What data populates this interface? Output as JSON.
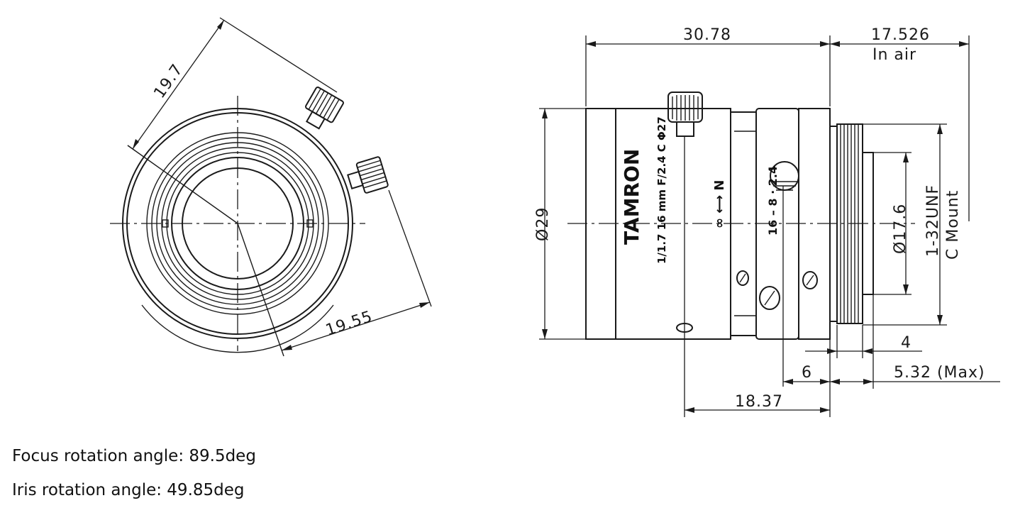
{
  "front_view": {
    "dim_knob_radius_a": "19.7",
    "dim_knob_radius_b": "19.55"
  },
  "side_view": {
    "dim_overall_length": "30.78",
    "dim_flange_back": "17.526",
    "dim_flange_back_note": "In air",
    "dim_diameter": "Ø29",
    "dim_rear_diameter": "Ø17.6",
    "mount_thread": "1-32UNF",
    "mount_type": "C Mount",
    "dim_thread_length": "4",
    "dim_protrusion": "5.32 (Max)",
    "dim_rear_ring": "6",
    "dim_knob_to_flange": "18.37",
    "barrel_logo": "TAMRON",
    "barrel_model": "1/1.7 16 mm F/2.4 C Φ27",
    "focus_marks": "∞ ⟷ N",
    "iris_marks": "16 – 8 · 2.4"
  },
  "notes": {
    "focus_rotation": "Focus rotation angle: 89.5deg",
    "iris_rotation": "Iris rotation angle: 49.85deg"
  }
}
